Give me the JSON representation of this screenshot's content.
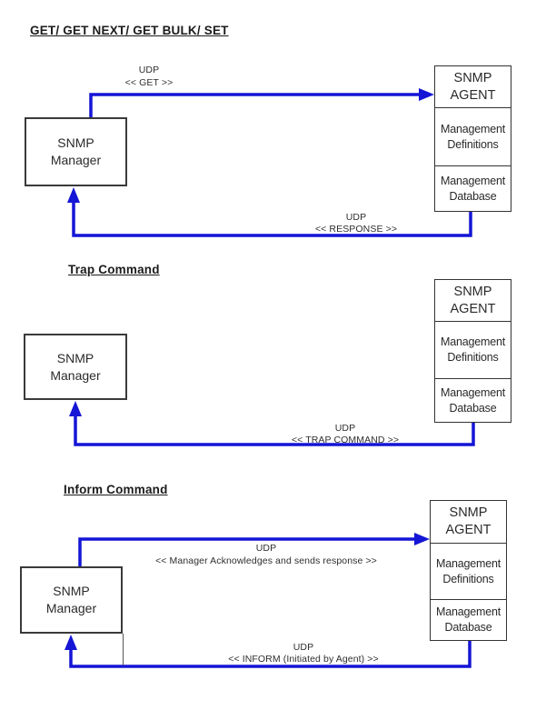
{
  "colors": {
    "arrow": "#1515d6",
    "box_border": "#3a3a3a",
    "text": "#222222"
  },
  "sections": [
    {
      "heading": "GET/ GET NEXT/ GET BULK/ SET",
      "manager_label": "SNMP\nManager",
      "agent_title": "SNMP\nAGENT",
      "agent_compartments": [
        "Management Definitions",
        "Management Database"
      ],
      "request_arrow": {
        "protocol": "UDP",
        "message": "<< GET >>"
      },
      "response_arrow": {
        "protocol": "UDP",
        "message": "<< RESPONSE >>"
      }
    },
    {
      "heading": "Trap Command",
      "manager_label": "SNMP\nManager",
      "agent_title": "SNMP\nAGENT",
      "agent_compartments": [
        "Management Definitions",
        "Management Database"
      ],
      "response_arrow": {
        "protocol": "UDP",
        "message": "<< TRAP COMMAND >>"
      }
    },
    {
      "heading": "Inform Command",
      "manager_label": "SNMP\nManager",
      "agent_title": "SNMP\nAGENT",
      "agent_compartments": [
        "Management Definitions",
        "Management Database"
      ],
      "request_arrow": {
        "protocol": "UDP",
        "message": "<< Manager Acknowledges and sends response >>"
      },
      "response_arrow": {
        "protocol": "UDP",
        "message": "<< INFORM (Initiated by Agent)  >>"
      }
    }
  ]
}
